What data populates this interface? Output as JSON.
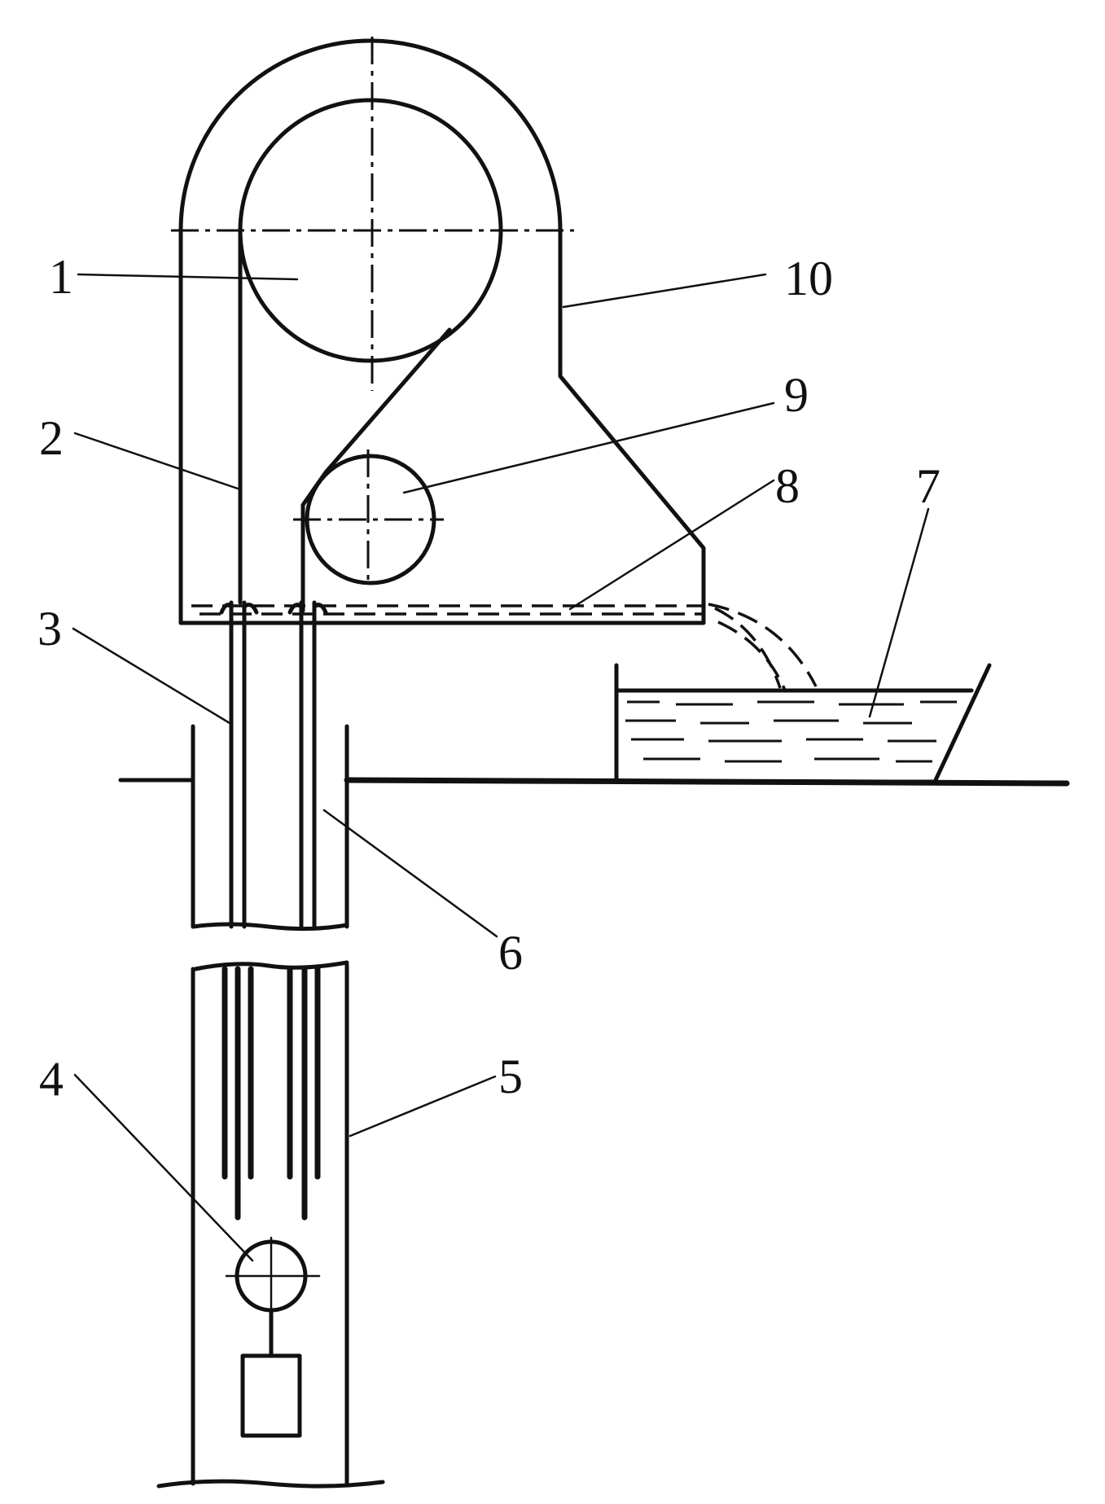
{
  "labels": {
    "l1": "1",
    "l2": "2",
    "l3": "3",
    "l4": "4",
    "l5": "5",
    "l6": "6",
    "l7": "7",
    "l8": "8",
    "l9": "9",
    "l10": "10"
  },
  "colors": {
    "ink": "#111111",
    "paper": "#ffffff"
  }
}
